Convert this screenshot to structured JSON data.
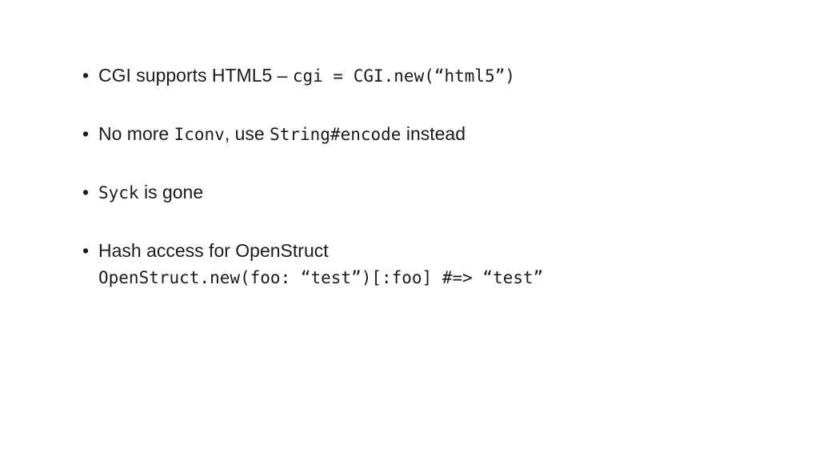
{
  "bullet_symbol": "•",
  "bullets": [
    {
      "text_1": "CGI supports HTML5 – ",
      "code_1": "cgi = CGI.new(“html5”)"
    },
    {
      "text_1": "No more ",
      "code_1": "Iconv",
      "text_2": ", use ",
      "code_2": "String#encode",
      "text_3": " instead"
    },
    {
      "code_1": "Syck",
      "text_1": " is gone"
    },
    {
      "text_1": "Hash access for OpenStruct",
      "code_1": "OpenStruct.new(foo: “test”)[:foo] #=> “test”"
    }
  ]
}
